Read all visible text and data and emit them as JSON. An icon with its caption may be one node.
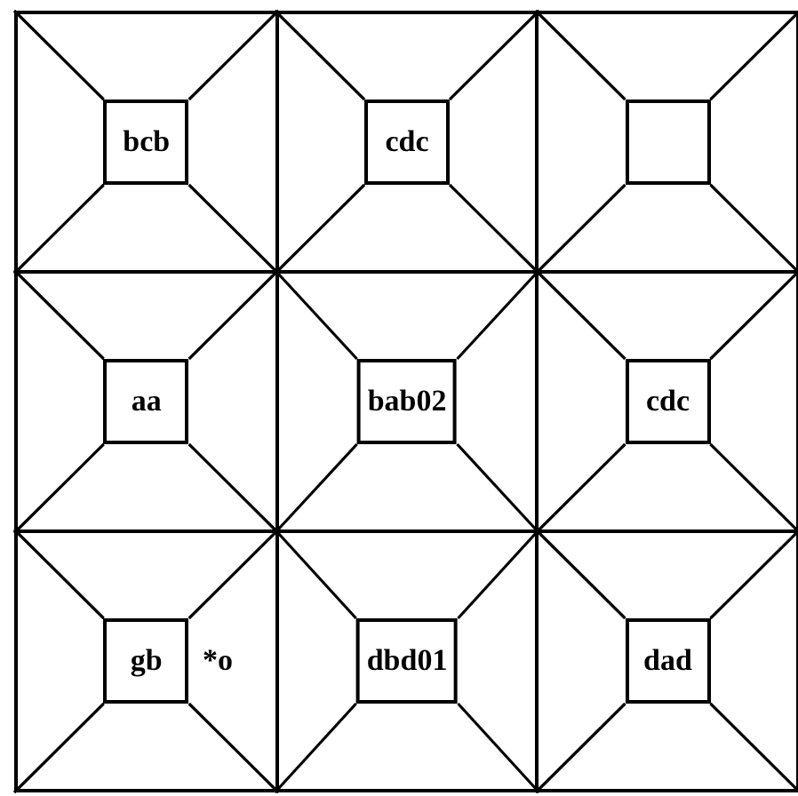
{
  "diagram": {
    "nodes": [
      {
        "text": [],
        "shape": "box"
      },
      {
        "text": [
          "bcb"
        ],
        "in": 0
      },
      {
        "text": [],
        "shape": "box"
      },
      {
        "text": [
          "cdc"
        ],
        "in": 2
      },
      {
        "text": [],
        "shape": "box"
      },
      {
        "text": [],
        "shape": "box",
        "in": 4
      },
      {
        "text": [],
        "shape": "box"
      },
      {
        "text": [
          "aa"
        ],
        "in": 6
      },
      {
        "text": [],
        "shape": "box"
      },
      {
        "text": [
          "bab02"
        ],
        "in": 8
      },
      {
        "text": [],
        "shape": "box"
      },
      {
        "text": [
          "cdc"
        ],
        "in": 10
      },
      {
        "text": [],
        "shape": "box"
      },
      {
        "text": [
          "gb"
        ],
        "in": 12,
        "beside": [
          "*o"
        ]
      },
      {
        "text": [],
        "shape": "box"
      },
      {
        "text": [
          "dbd01"
        ],
        "in": 14
      },
      {
        "text": [],
        "shape": "box"
      },
      {
        "text": [
          "dad"
        ],
        "in": 16
      }
    ],
    "edges": [
      {
        "from": 0,
        "to": 1,
        "arrow": "none"
      },
      {
        "from": 0,
        "to": 1,
        "arrow": "none"
      },
      {
        "from": 0,
        "to": 1,
        "arrow": "none"
      },
      {
        "from": 0,
        "to": 1,
        "arrow": "none"
      },
      {
        "from": 2,
        "to": 3,
        "arrow": "none"
      },
      {
        "from": 2,
        "to": 3,
        "arrow": "none"
      },
      {
        "from": 2,
        "to": 3,
        "arrow": "none"
      },
      {
        "from": 2,
        "to": 3,
        "arrow": "none"
      },
      {
        "from": 4,
        "to": 5,
        "arrow": "none"
      },
      {
        "from": 4,
        "to": 5,
        "arrow": "none"
      },
      {
        "from": 4,
        "to": 5,
        "arrow": "none"
      },
      {
        "from": 4,
        "to": 5,
        "arrow": "none"
      },
      {
        "from": 6,
        "to": 7,
        "arrow": "none"
      },
      {
        "from": 6,
        "to": 7,
        "arrow": "none"
      },
      {
        "from": 6,
        "to": 7,
        "arrow": "none"
      },
      {
        "from": 6,
        "to": 7,
        "arrow": "none"
      },
      {
        "from": 8,
        "to": 9,
        "arrow": "none"
      },
      {
        "from": 8,
        "to": 9,
        "arrow": "none"
      },
      {
        "from": 8,
        "to": 9,
        "arrow": "none"
      },
      {
        "from": 8,
        "to": 9,
        "arrow": "none"
      },
      {
        "from": 10,
        "to": 11,
        "arrow": "none"
      },
      {
        "from": 10,
        "to": 11,
        "arrow": "none"
      },
      {
        "from": 10,
        "to": 11,
        "arrow": "none"
      },
      {
        "from": 10,
        "to": 11,
        "arrow": "none"
      },
      {
        "from": 12,
        "to": 13,
        "arrow": "none"
      },
      {
        "from": 12,
        "to": 13,
        "arrow": "none"
      },
      {
        "from": 12,
        "to": 13,
        "arrow": "none"
      },
      {
        "from": 12,
        "to": 13,
        "arrow": "none"
      },
      {
        "from": 14,
        "to": 15,
        "arrow": "none"
      },
      {
        "from": 14,
        "to": 15,
        "arrow": "none"
      },
      {
        "from": 14,
        "to": 15,
        "arrow": "none"
      },
      {
        "from": 14,
        "to": 15,
        "arrow": "none"
      },
      {
        "from": 16,
        "to": 17,
        "arrow": "none"
      },
      {
        "from": 16,
        "to": 17,
        "arrow": "none"
      },
      {
        "from": 16,
        "to": 17,
        "arrow": "none"
      },
      {
        "from": 16,
        "to": 17,
        "arrow": "none"
      }
    ]
  }
}
